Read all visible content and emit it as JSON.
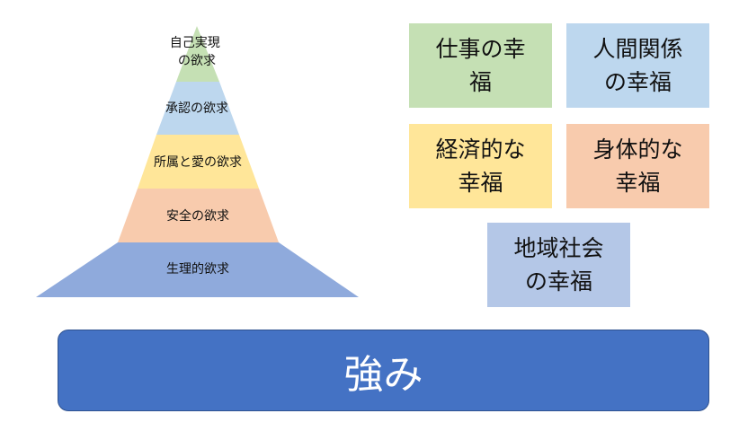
{
  "pyramid": {
    "levels": [
      {
        "lines": [
          "自己実現",
          "の欲求"
        ],
        "color": "#c5e0b4"
      },
      {
        "lines": [
          "承認の欲求"
        ],
        "color": "#bdd7ee"
      },
      {
        "lines": [
          "所属と愛の欲求"
        ],
        "color": "#ffe699"
      },
      {
        "lines": [
          "安全の欲求"
        ],
        "color": "#f8cbad"
      },
      {
        "lines": [
          "生理的欲求"
        ],
        "color": "#8faadc"
      }
    ]
  },
  "wellbeing": {
    "work": {
      "lines": [
        "仕事の幸",
        "福"
      ],
      "color": "#c5e0b4"
    },
    "social": {
      "lines": [
        "人間関係",
        "の幸福"
      ],
      "color": "#bdd7ee"
    },
    "economic": {
      "lines": [
        "経済的な",
        "幸福"
      ],
      "color": "#ffe699"
    },
    "physical": {
      "lines": [
        "身体的な",
        "幸福"
      ],
      "color": "#f8cbad"
    },
    "community": {
      "lines": [
        "地域社会",
        "の幸福"
      ],
      "color": "#b4c7e7"
    }
  },
  "strength": {
    "label": "強み",
    "color": "#4472c4"
  }
}
